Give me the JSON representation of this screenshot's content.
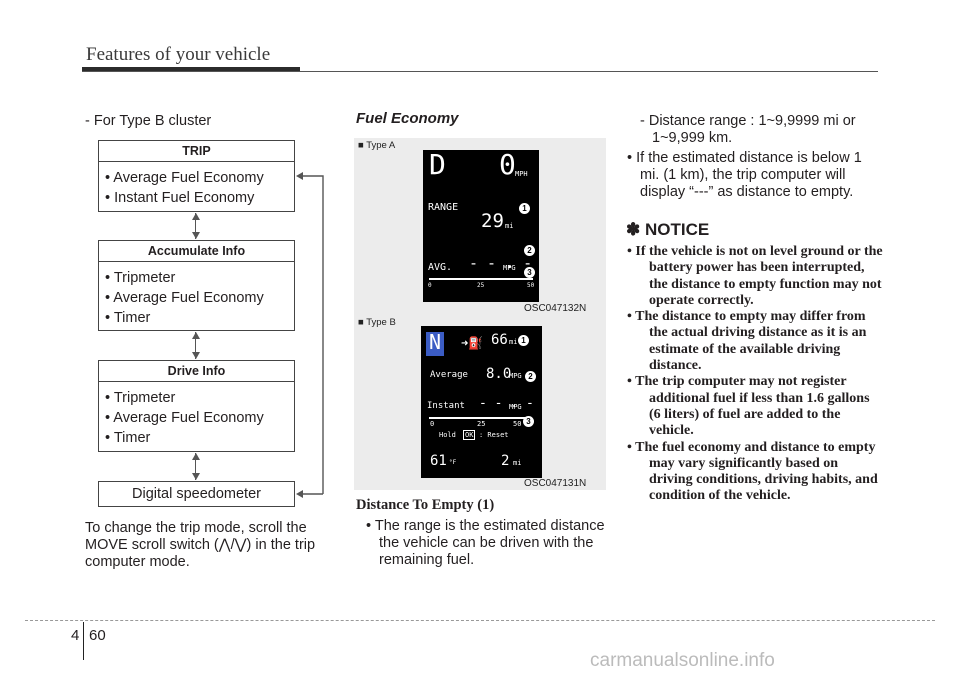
{
  "header": {
    "title": "Features of your vehicle"
  },
  "left": {
    "intro": "- For Type B cluster",
    "boxes": {
      "trip": {
        "title": "TRIP",
        "items": [
          "• Average Fuel Economy",
          "• Instant Fuel Economy"
        ]
      },
      "accumulate": {
        "title": "Accumulate Info",
        "items": [
          "• Tripmeter",
          "• Average Fuel Economy",
          "• Timer"
        ]
      },
      "drive": {
        "title": "Drive Info",
        "items": [
          "• Tripmeter",
          "• Average Fuel Economy",
          "• Timer"
        ]
      },
      "digital": "Digital speedometer"
    },
    "outro": "To change the trip mode, scroll the MOVE scroll switch (⋀/⋁) in the trip computer mode."
  },
  "middle": {
    "title": "Fuel Economy",
    "type_a": {
      "tag": "■ Type A",
      "code": "OSC047132N",
      "gear": "D",
      "speed": "0",
      "speed_unit": "MPH",
      "range_label": "RANGE",
      "range_value": "29",
      "range_unit": "mi",
      "avg_label": "AVG.",
      "avg_value": "- - . -",
      "avg_unit": "MPG",
      "scale": [
        "0",
        "25",
        "50"
      ]
    },
    "type_b": {
      "tag": "■ Type B",
      "code": "OSC047131N",
      "gear": "N",
      "dte_value": "66",
      "dte_unit": "mi",
      "average_label": "Average",
      "average_value": "8.0",
      "average_unit": "MPG",
      "instant_label": "Instant",
      "instant_value": "- - . -",
      "instant_unit": "MPG",
      "scale": [
        "0",
        "25",
        "50"
      ],
      "hold_text": "Hold",
      "ok_text": "OK",
      "reset_text": ": Reset",
      "temp": "61",
      "temp_unit": "°F",
      "odo": "2",
      "odo_unit": "mi"
    },
    "badges": [
      "1",
      "2",
      "3"
    ],
    "dte_title": "Distance To Empty (1)",
    "dte_bullet": "• The range is the estimated distance the vehicle can be driven with the remaining fuel."
  },
  "right": {
    "range_line": "- Distance range : 1~9,9999 mi or 1~9,999 km.",
    "below_line": "• If the estimated distance is below 1 mi. (1 km), the trip computer will display “---” as distance to empty.",
    "notice_title": "✽ NOTICE",
    "notices": [
      "• If the vehicle is not on level ground or the battery power has been interrupted, the distance to empty function may not operate correctly.",
      "• The distance to empty may differ from the actual driving distance as it is an estimate of the available driving distance.",
      "• The trip computer may not register additional fuel if less than 1.6 gallons (6 liters)  of fuel are added to the vehicle.",
      "• The fuel economy and distance to empty may vary significantly based on driving conditions, driving habits, and condition of the vehicle."
    ]
  },
  "footer": {
    "chapter": "4",
    "page": "60",
    "watermark": "carmanualsonline.info"
  }
}
